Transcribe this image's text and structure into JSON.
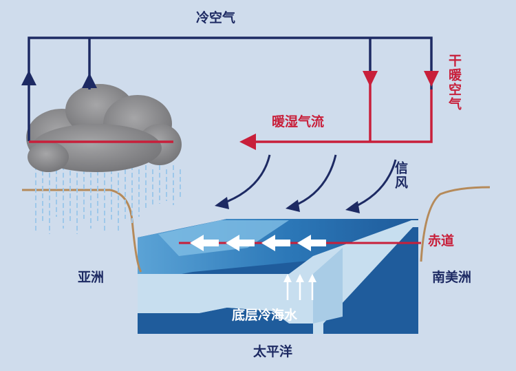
{
  "labels": {
    "cold_air": "冷空气",
    "dry_warm_air": "干暖空气",
    "warm_moist_flow": "暖湿气流",
    "trade_wind": "信风",
    "equator": "赤道",
    "asia": "亚洲",
    "south_america": "南美洲",
    "deep_cold_water": "底层冷海水",
    "pacific": "太平洋"
  },
  "colors": {
    "background": "#cfdcec",
    "navy": "#1d2a63",
    "red": "#c81f3a",
    "ocean_deep": "#1f5c9c",
    "ocean_mid": "#2c78b8",
    "ocean_light": "#5ba3d6",
    "cold_water": "#c7deef",
    "land": "#b58a5a",
    "cloud": "#8d8d8f",
    "rain": "#9ec8ea"
  },
  "icons": {
    "upward_arrows": "up-arrows-icon",
    "westward_arrows": "left-arrows-icon"
  }
}
